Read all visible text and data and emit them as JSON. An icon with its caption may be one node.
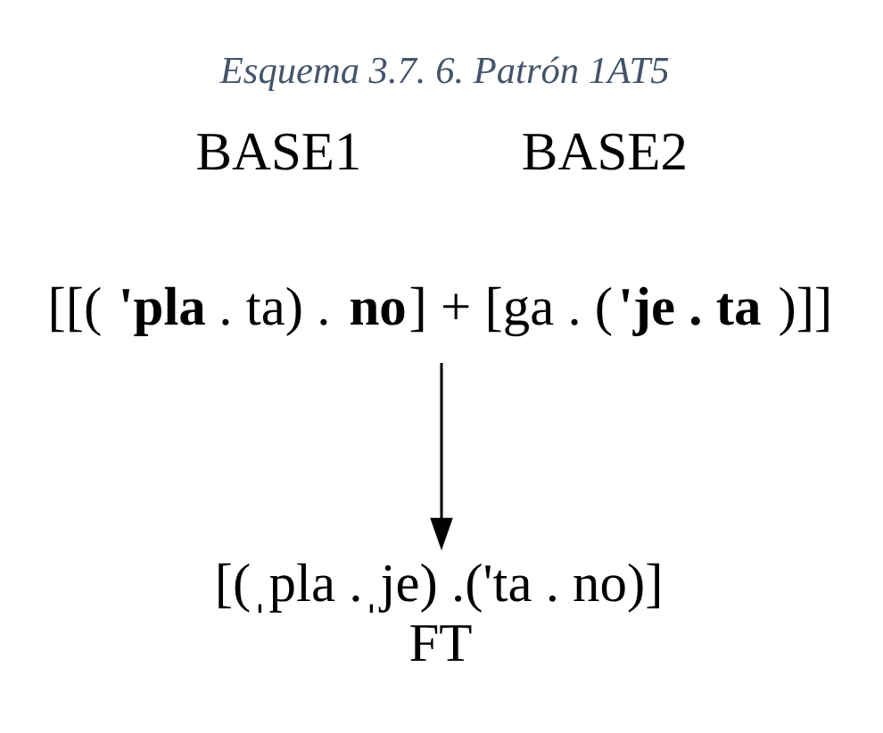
{
  "diagram": {
    "title": "Esquema 3.7. 6. Patrón 1AT5",
    "nodes": [
      {
        "text": [
          "[[( **'pla** . ta) . **no**] + [ga . (**'je . ta** )]]"
        ]
      },
      {
        "text": [
          "[(ˌpla .ˌje) .('ta . no)]",
          "FT"
        ]
      }
    ],
    "edges": [
      {
        "from": 0,
        "to": 1,
        "arrow": "to"
      }
    ],
    "labels": [
      "BASE1",
      "BASE2"
    ]
  }
}
